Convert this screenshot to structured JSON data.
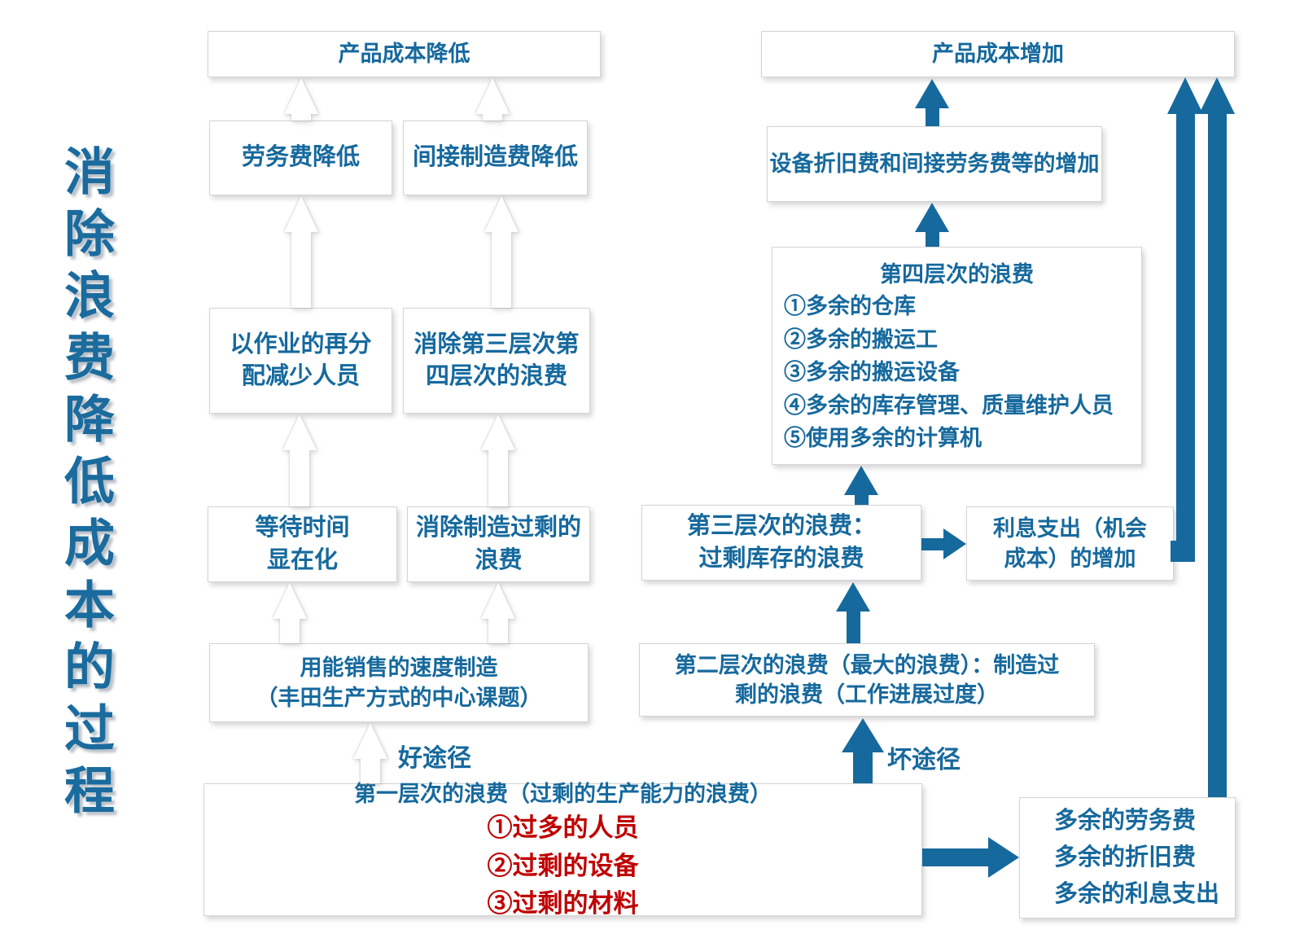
{
  "title": "消除浪费降低成本的过程",
  "labels": {
    "good_path": "好途径",
    "bad_path": "坏途径"
  },
  "left_flow": {
    "product_cost_down": "产品成本降低",
    "labor_cost_down": "劳务费降低",
    "indirect_mfg_cost_down": "间接制造费降低",
    "redistribute_work": "以作业的再分\n配减少人员",
    "eliminate_l3_l4_waste": "消除第三层次第\n四层次的浪费",
    "waiting_time_visible": "等待时间\n显在化",
    "eliminate_overproduction": "消除制造过剩的\n浪费",
    "produce_at_sales_speed": "用能销售的速度制造\n（丰田生产方式的中心课题）"
  },
  "first_level_waste": {
    "title": "第一层次的浪费（过剩的生产能力的浪费）",
    "items": [
      "①过多的人员",
      "②过剩的设备",
      "③过剩的材料"
    ]
  },
  "right_flow": {
    "product_cost_up": "产品成本增加",
    "depreciation_indirect_up": "设备折旧费和间接劳务费等的增加",
    "fourth_level": {
      "title": "第四层次的浪费",
      "items": [
        "①多余的仓库",
        "②多余的搬运工",
        "③多余的搬运设备",
        "④多余的库存管理、质量维护人员",
        "⑤使用多余的计算机"
      ]
    },
    "third_level": "第三层次的浪费：\n过剩库存的浪费",
    "interest_expense_up": "利息支出（机会\n成本）的增加",
    "second_level": "第二层次的浪费（最大的浪费）：制造过\n剩的浪费（工作进展过度）",
    "excess_costs": "多余的劳务费\n多余的折旧费\n多余的利息支出"
  },
  "colors": {
    "blue": "#16699D",
    "red": "#C00000",
    "box_border": "#D4D4D4"
  }
}
